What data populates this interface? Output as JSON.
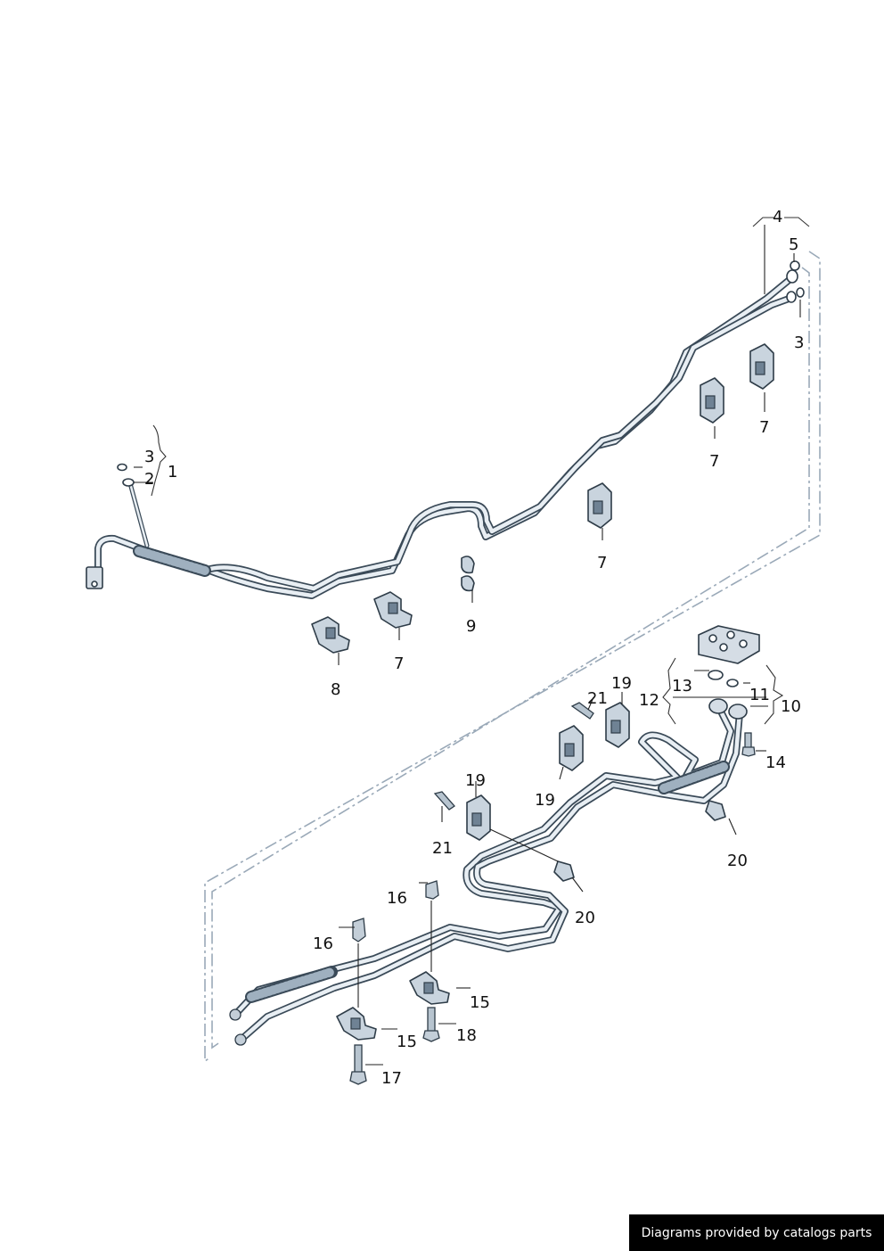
{
  "callouts": {
    "c1": "1",
    "c2": "2",
    "c3a": "3",
    "c3b": "3",
    "c4": "4",
    "c5": "5",
    "c7a": "7",
    "c7b": "7",
    "c7c": "7",
    "c7d": "7",
    "c8": "8",
    "c9": "9",
    "c10": "10",
    "c11": "11",
    "c12": "12",
    "c13": "13",
    "c14": "14",
    "c15a": "15",
    "c15b": "15",
    "c16a": "16",
    "c16b": "16",
    "c17": "17",
    "c18": "18",
    "c19a": "19",
    "c19b": "19",
    "c19c": "19",
    "c20a": "20",
    "c20b": "20",
    "c21a": "21",
    "c21b": "21"
  },
  "watermark": "Diagrams provided by catalogs parts",
  "colors": {
    "outline": "#2e3c48",
    "pipe_fill": "#e8eef3",
    "part_fill": "#c9d4de",
    "dashdot": "#9aa9b8"
  }
}
